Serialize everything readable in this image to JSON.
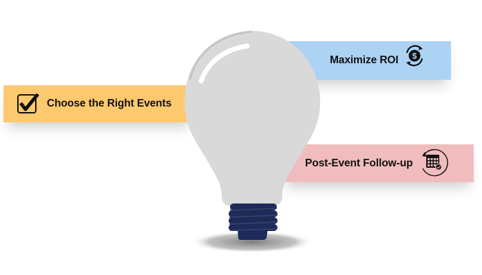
{
  "diagram": {
    "type": "lightbulb-infographic",
    "center_graphic": "light-bulb",
    "items": [
      {
        "label": "Choose the Right Events",
        "icon": "checkbox-check-icon",
        "color": "#fdc96f",
        "side": "left"
      },
      {
        "label": "Maximize ROI",
        "icon": "dollar-cycle-icon",
        "color": "#acd2f4",
        "side": "right"
      },
      {
        "label": "Post-Event Follow-up",
        "icon": "calendar-check-icon",
        "color": "#f1bcbd",
        "side": "right"
      }
    ],
    "colors": {
      "bulb_glass": "#d9d9d9",
      "bulb_base": "#1e2a5a",
      "background": "#ffffff"
    }
  }
}
